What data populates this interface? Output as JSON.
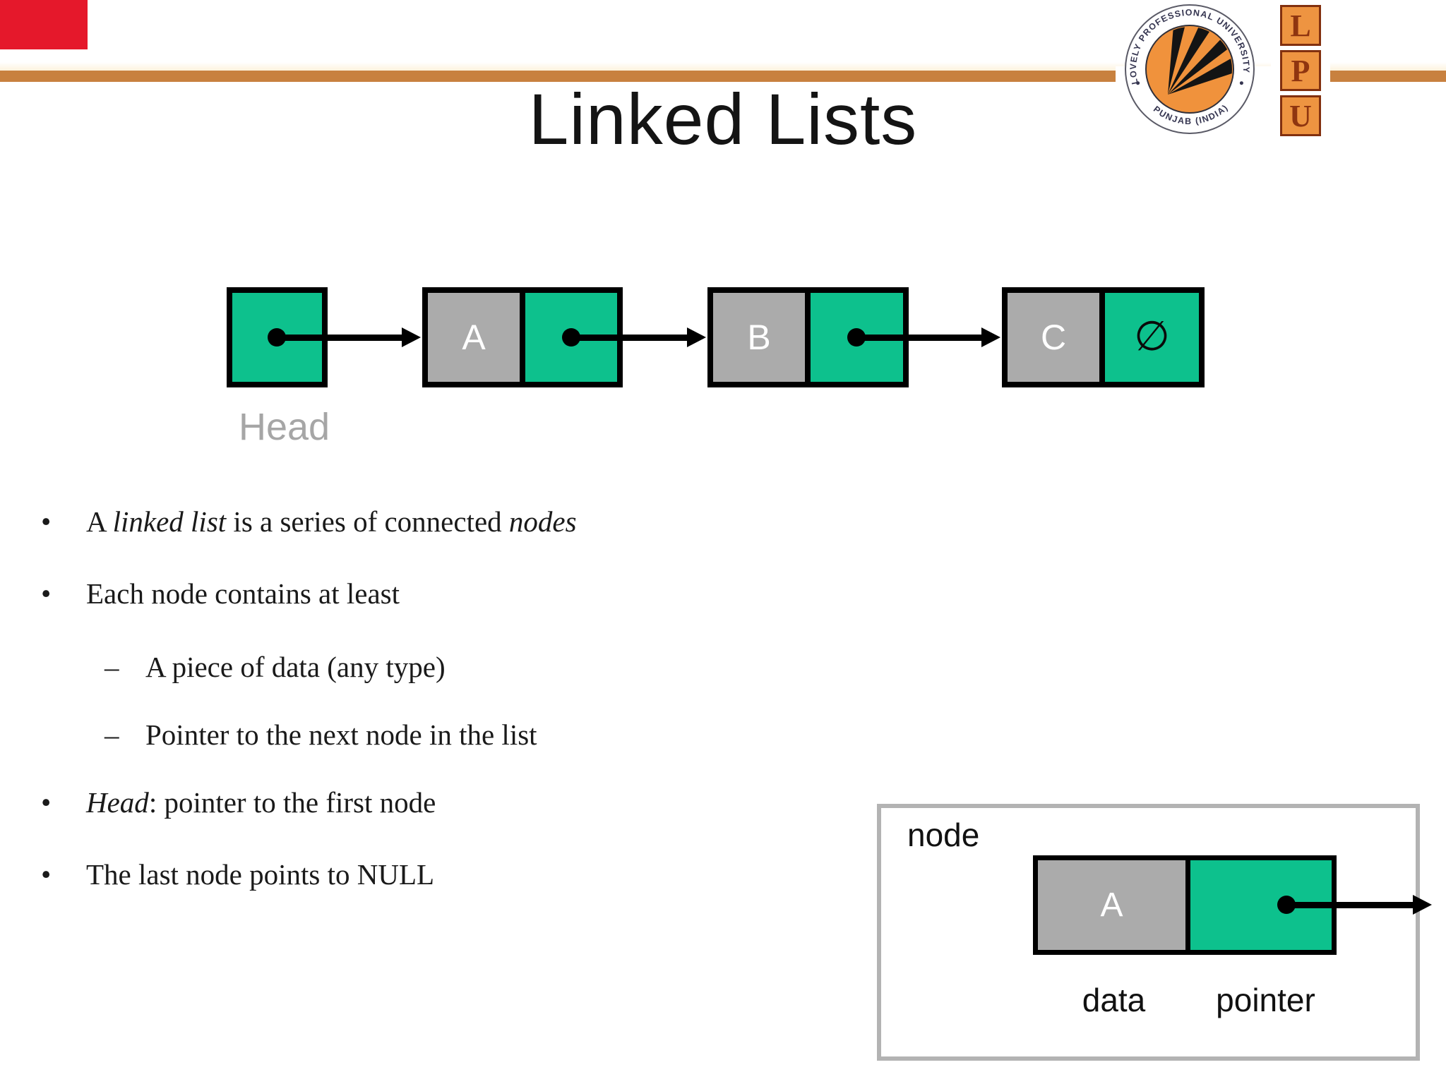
{
  "slide": {
    "title": "Linked Lists",
    "background": "#ffffff"
  },
  "top_bar": {
    "red_marker_color": "#e5182b",
    "rule_color": "#c8813f"
  },
  "logo": {
    "seal": {
      "arc_top": "LOVELY PROFESSIONAL UNIVERSITY",
      "arc_bottom": "PUNJAB (INDIA)",
      "disc_color": "#f0923c",
      "ring_text_color": "#353550"
    },
    "stack": {
      "letters": [
        "L",
        "P",
        "U"
      ],
      "square_color": "#ee9441",
      "letter_color": "#8f3510"
    }
  },
  "diagram": {
    "head_label": "Head",
    "node_values": [
      "A",
      "B",
      "C"
    ],
    "null_symbol": "∅",
    "green": "#0dc18d",
    "gray": "#ababab"
  },
  "bullets": [
    {
      "marker": "•",
      "segments": [
        {
          "t": "A "
        },
        {
          "t": "linked list",
          "italic": true
        },
        {
          "t": " is a series of connected "
        },
        {
          "t": "nodes",
          "italic": true
        }
      ]
    },
    {
      "marker": "•",
      "segments": [
        {
          "t": "Each node contains at least"
        }
      ]
    },
    {
      "marker": "–",
      "segments": [
        {
          "t": "A piece of data (any type)"
        }
      ]
    },
    {
      "marker": "–",
      "segments": [
        {
          "t": "Pointer to the next node in the list"
        }
      ]
    },
    {
      "marker": "•",
      "segments": [
        {
          "t": "Head",
          "italic": true
        },
        {
          "t": ": pointer to the first node"
        }
      ]
    },
    {
      "marker": "•",
      "segments": [
        {
          "t": "The last node points to NULL"
        }
      ]
    }
  ],
  "node_detail": {
    "title": "node",
    "value": "A",
    "data_label": "data",
    "pointer_label": "pointer"
  }
}
